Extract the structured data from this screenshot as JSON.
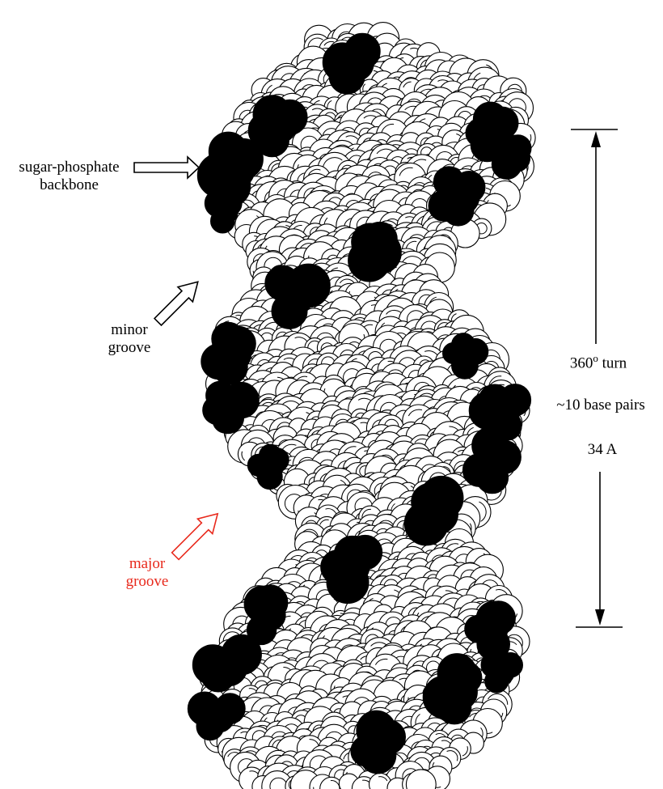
{
  "labels": {
    "backbone": {
      "line1": "sugar-phosphate",
      "line2": "backbone"
    },
    "minor": {
      "line1": "minor",
      "line2": "groove"
    },
    "major": {
      "line1": "major",
      "line2": "groove"
    },
    "turn_prefix": "360",
    "turn_degree": "o",
    "turn_suffix": " turn",
    "base_pairs": "~10 base pairs",
    "length": "34 A"
  },
  "colors": {
    "atom_fill": "#ffffff",
    "atom_outline": "#000000",
    "phosphate": "#000000",
    "major_groove_label": "#e8291c"
  }
}
